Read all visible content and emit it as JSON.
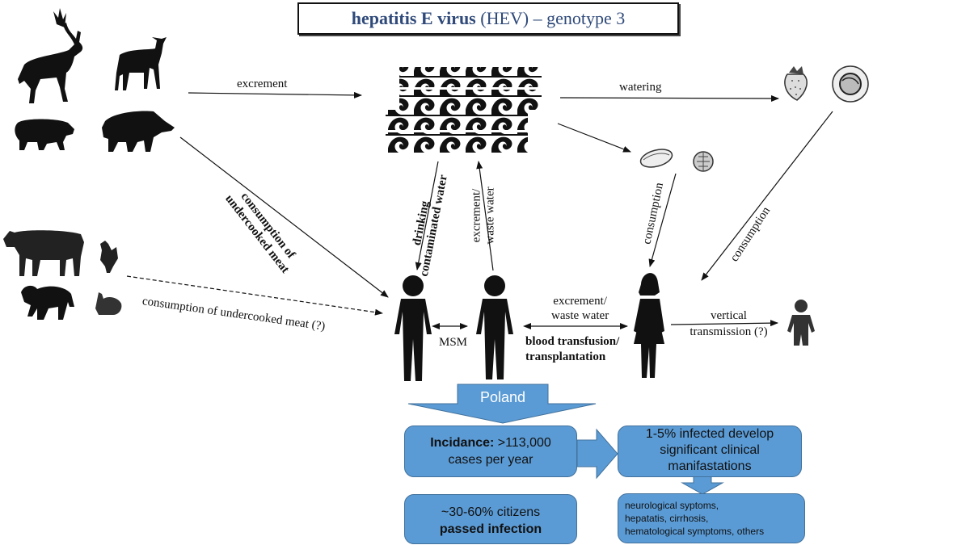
{
  "title": {
    "bold_part": "hepatitis E virus",
    "rest": " (HEV) – genotype 3"
  },
  "icons": {
    "animals_wild": [
      "red-deer-icon",
      "roe-deer-icon",
      "pig-icon",
      "wild-boar-icon"
    ],
    "animals_farm": [
      "cow-icon",
      "chicken-icon",
      "sheep-icon",
      "rabbit-icon"
    ],
    "water": "water-waves-icon",
    "produce": [
      "strawberry-icon",
      "cabbage-icon"
    ],
    "shellfish": [
      "mussel-icon",
      "scallop-icon"
    ],
    "humans": [
      "man-icon",
      "man-icon",
      "woman-icon",
      "child-icon"
    ]
  },
  "labels": {
    "excrement": "excrement",
    "watering": "watering",
    "consumption_undercooked_line1": "consumption of",
    "consumption_undercooked_line2": "undercooked meat",
    "consumption_undercooked_q": "consumption of undercooked meat (?)",
    "drinking_line1": "drinking",
    "drinking_line2": "contaminated water",
    "excrement_waste_line1": "excrement/",
    "excrement_waste_line2": "waste water",
    "consumption_shellfish": "consumption",
    "consumption_produce": "consumption",
    "msm": "MSM",
    "human_excrement_line1": "excrement/",
    "human_excrement_line2": "waste water",
    "blood_line1": "blood transfusion/",
    "blood_line2": "transplantation",
    "vertical_line1": "vertical",
    "vertical_line2": "transmission (?)"
  },
  "poland": {
    "header": "Poland",
    "incidence_label": "Incidance:",
    "incidence_value": " >113,000",
    "incidence_sub": "cases per year",
    "passed_line1": "~30-60% citizens",
    "passed_line2": "passed infection",
    "clinical_line1": "1-5% infected  develop",
    "clinical_line2": "significant clinical",
    "clinical_line3": "manifastations",
    "symptoms_line1": "neurological syptoms,",
    "symptoms_line2": "hepatatis, cirrhosis,",
    "symptoms_line3": "hematological symptoms, others"
  },
  "colors": {
    "title_text": "#2f4a7a",
    "box_fill": "#5b9bd5",
    "box_border": "#41719c"
  }
}
